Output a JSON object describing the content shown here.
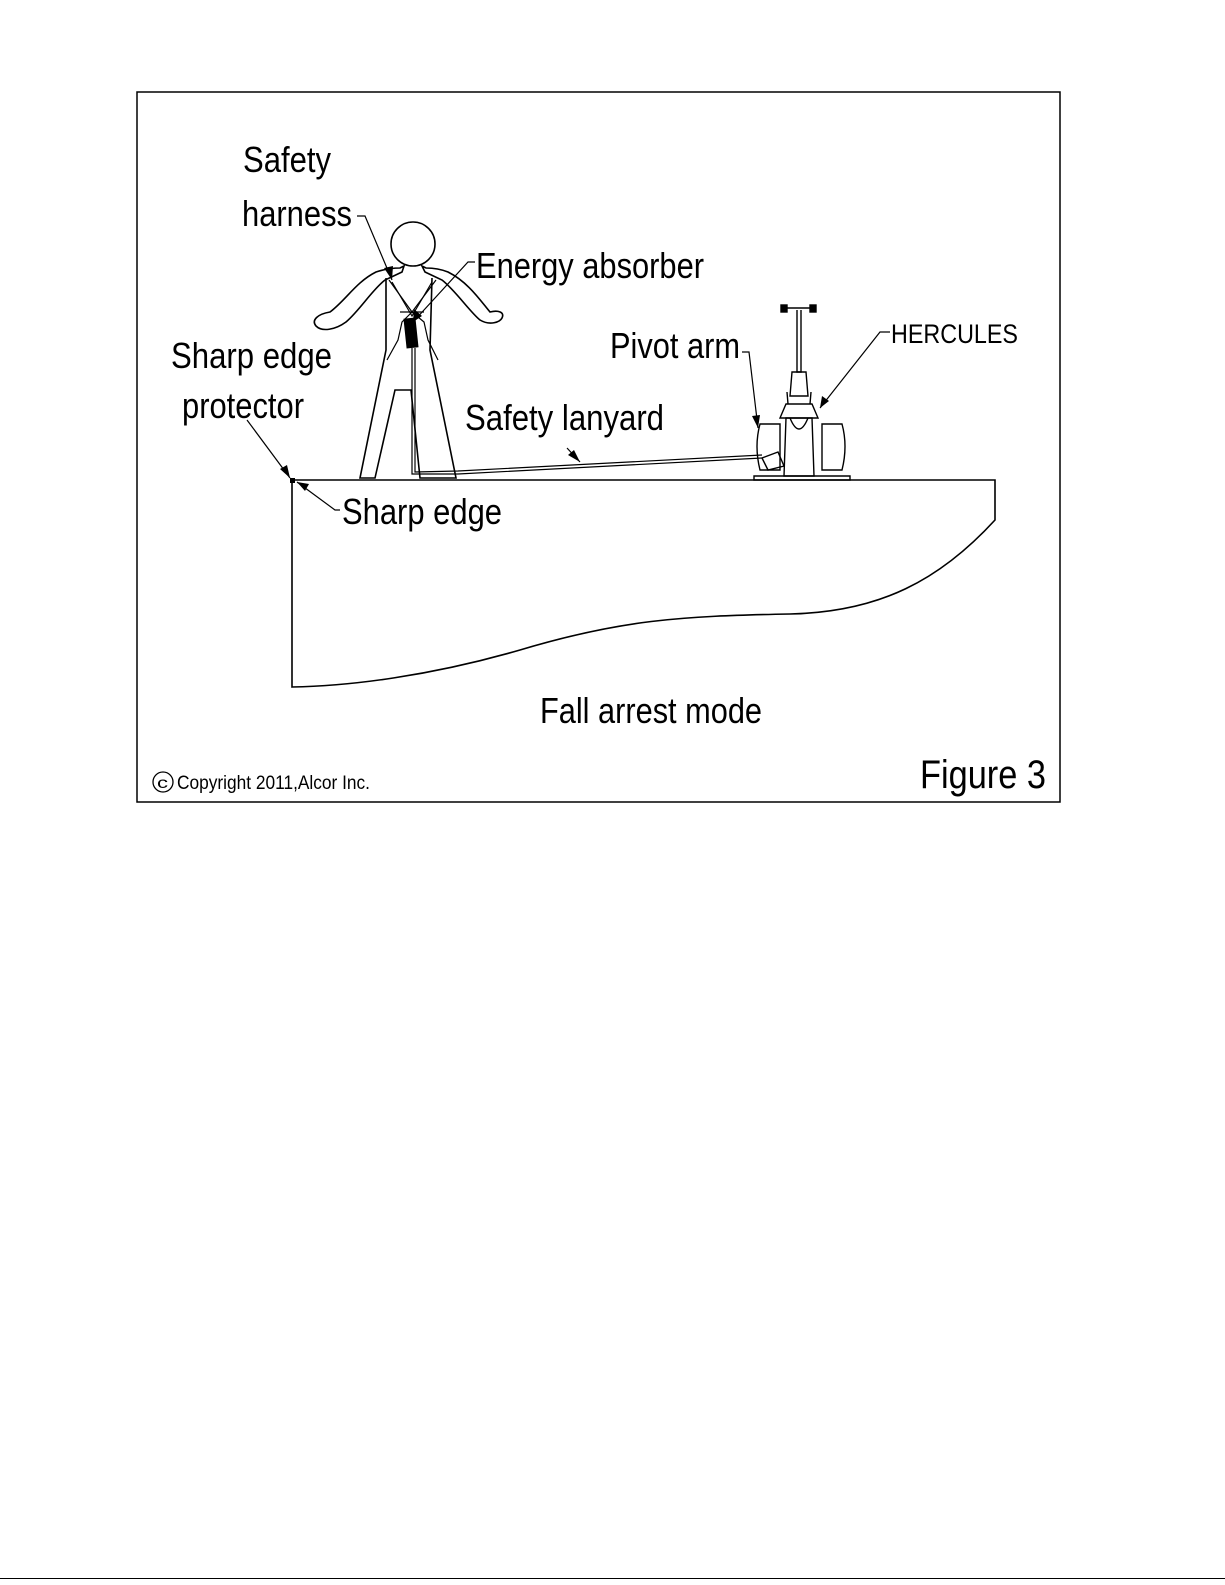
{
  "diagram": {
    "labels": {
      "safety_harness_line1": "Safety",
      "safety_harness_line2": "harness",
      "energy_absorber": "Energy absorber",
      "sharp_edge_protector_line1": "Sharp edge",
      "sharp_edge_protector_line2": "protector",
      "pivot_arm": "Pivot arm",
      "hercules": "HERCULES",
      "safety_lanyard": "Safety lanyard",
      "sharp_edge": "Sharp edge",
      "mode_caption": "Fall arrest mode"
    },
    "copyright_symbol": "c",
    "copyright": "Copyright 2011,Alcor Inc.",
    "figure_number": "Figure 3"
  }
}
